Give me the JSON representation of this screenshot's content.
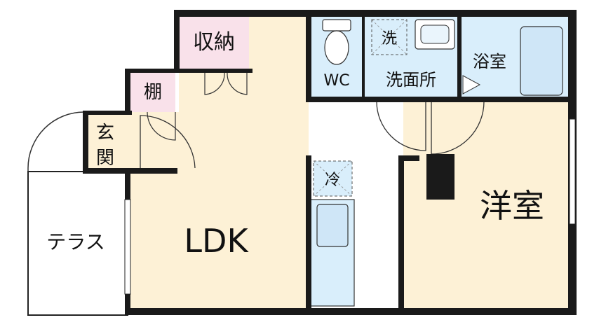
{
  "rooms": {
    "storage": "収納",
    "shelf": "棚",
    "entrance": "玄関",
    "wc": "WC",
    "washroom": "洗面所",
    "bathroom": "浴室",
    "washer": "洗",
    "fridge": "冷",
    "ldk": "LDK",
    "western_room": "洋室",
    "terrace": "テラス"
  },
  "colors": {
    "wall": "#1a1a1a",
    "ldk_floor": "#fdf1d6",
    "wet_area": "#d9eefb",
    "storage_floor": "#f9e1ea",
    "western_floor": "#fdf1d6",
    "terrace_floor": "#ffffff"
  }
}
